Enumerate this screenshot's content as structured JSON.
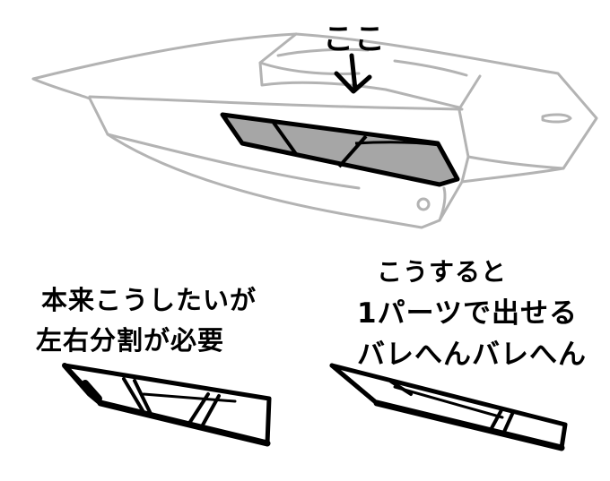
{
  "annotations": {
    "pointer_label": "ここ",
    "left_caption_line1": "本来こうしたいが",
    "left_caption_line2": "左右分割が必要",
    "right_caption_line1": "こうすると",
    "right_caption_line2": "1パーツで出せる",
    "right_caption_line3": "バレへんバレへん"
  },
  "colors": {
    "sketch_gray": "#b3b3b3",
    "ink": "#000000",
    "panel_fill": "#a6a6a6",
    "background": "#ffffff"
  }
}
